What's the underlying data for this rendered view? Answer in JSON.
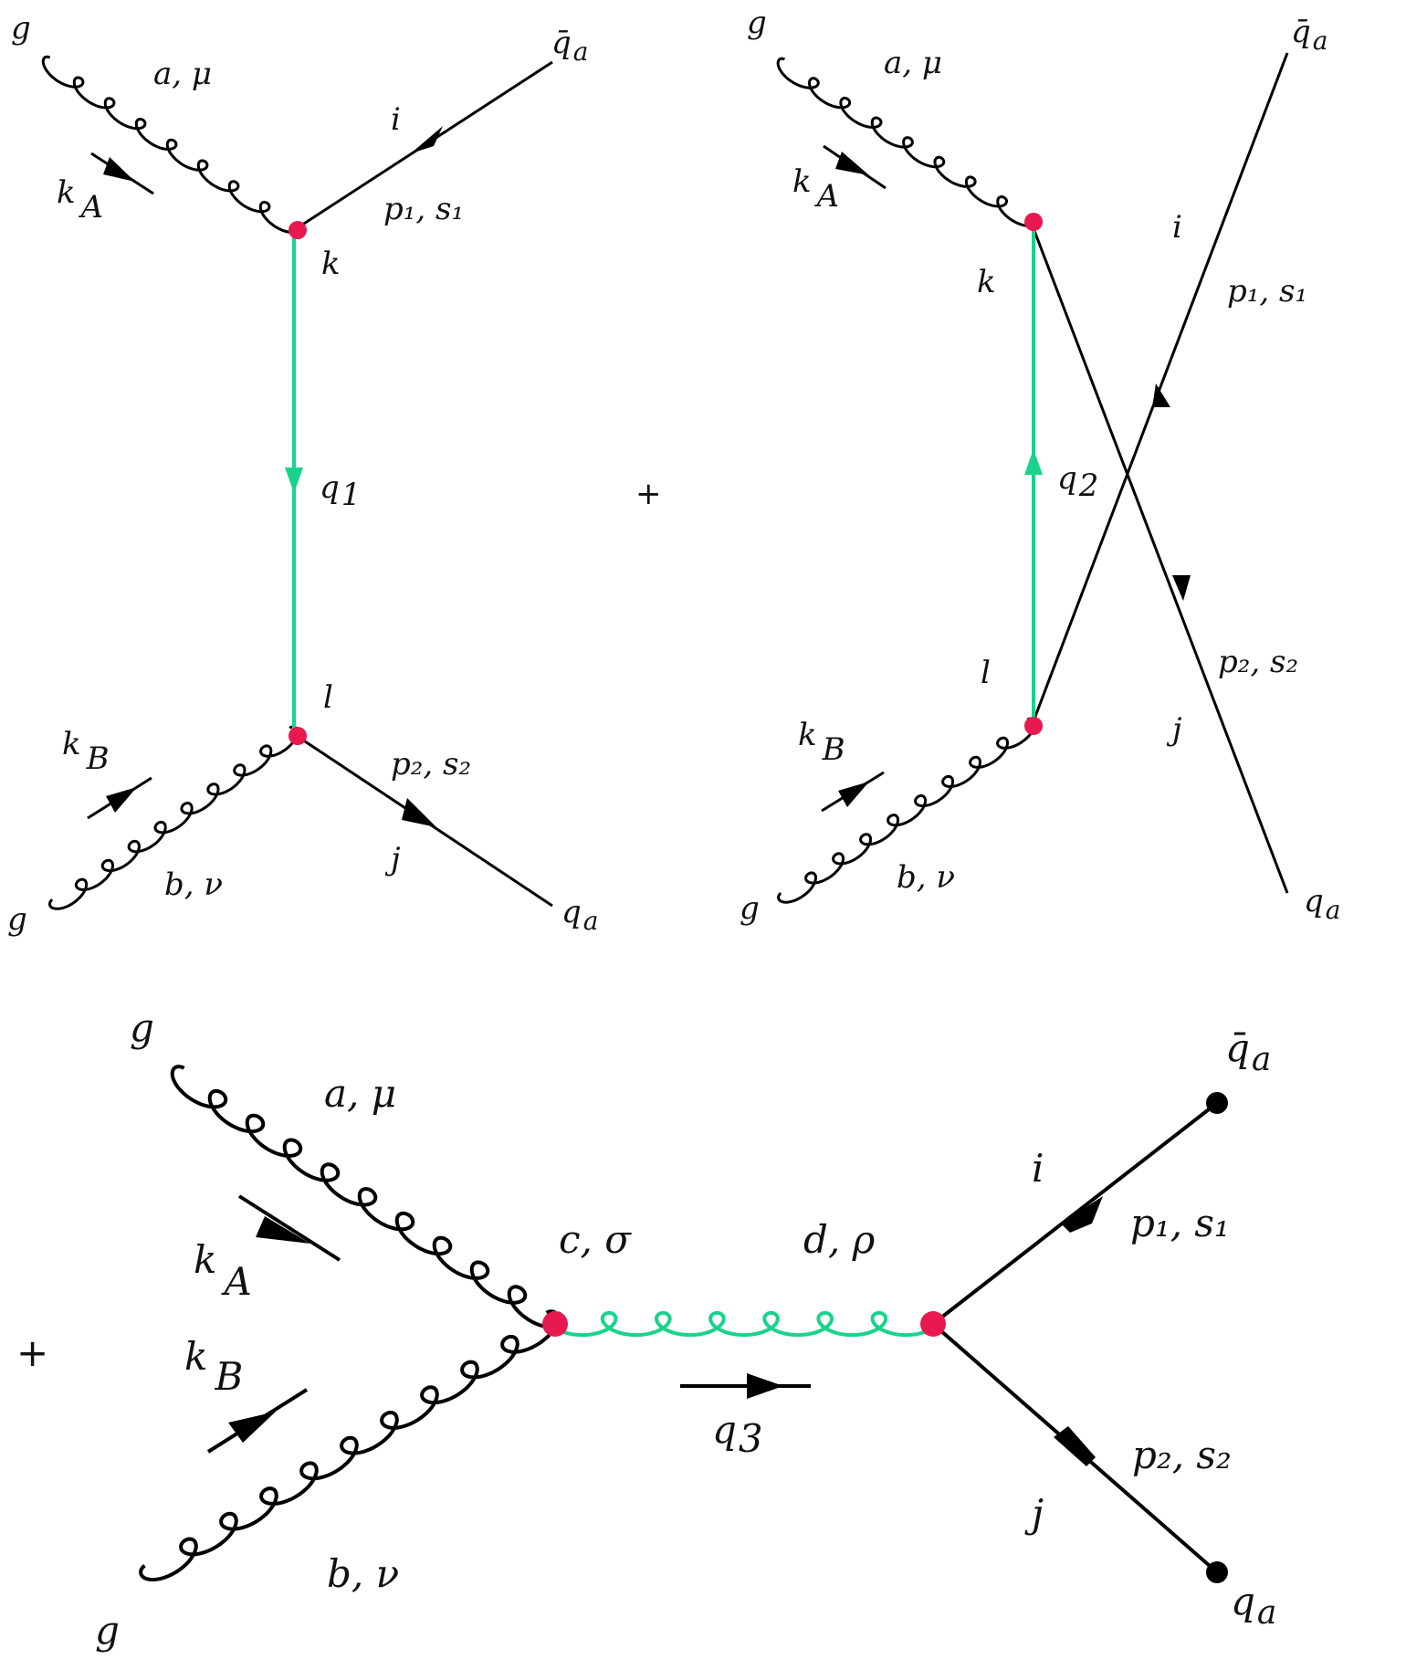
{
  "colors": {
    "line": "#000000",
    "propagator": "#19d38a",
    "vertex": "#e8194f",
    "external_dot": "#000000"
  },
  "diagram_t": {
    "g_top": "g",
    "gluon_a": "a, μ",
    "kA_k": "k",
    "kA_sub": "A",
    "qbar": "q̄",
    "qbar_sub": "a",
    "i": "i",
    "p1s1": "p₁, s₁",
    "k": "k",
    "q1": "q",
    "q1_sub": "1",
    "l": "l",
    "kB_k": "k",
    "kB_sub": "B",
    "p2s2": "p₂, s₂",
    "gluon_b": "b, ν",
    "j": "j",
    "g_bottom": "g",
    "q": "q",
    "q_sub": "a"
  },
  "plus_1": "+",
  "diagram_u": {
    "g_top": "g",
    "gluon_a": "a, μ",
    "kA_k": "k",
    "kA_sub": "A",
    "qbar": "q̄",
    "qbar_sub": "a",
    "i": "i",
    "p1s1": "p₁, s₁",
    "k": "k",
    "q2": "q",
    "q2_sub": "2",
    "l": "l",
    "kB_k": "k",
    "kB_sub": "B",
    "p2s2": "p₂, s₂",
    "j": "j",
    "gluon_b": "b, ν",
    "g_bottom": "g",
    "q": "q",
    "q_sub": "a"
  },
  "plus_2": "+",
  "diagram_s": {
    "g_top": "g",
    "gluon_a": "a, μ",
    "kA_k": "k",
    "kA_sub": "A",
    "kB_k": "k",
    "kB_sub": "B",
    "c_sigma": "c, σ",
    "d_rho": "d, ρ",
    "q3": "q",
    "q3_sub": "3",
    "qbar": "q̄",
    "qbar_sub": "a",
    "i": "i",
    "p1s1": "p₁, s₁",
    "p2s2": "p₂, s₂",
    "j": "j",
    "gluon_b": "b, ν",
    "g_bottom": "g",
    "q": "q",
    "q_sub": "a"
  }
}
